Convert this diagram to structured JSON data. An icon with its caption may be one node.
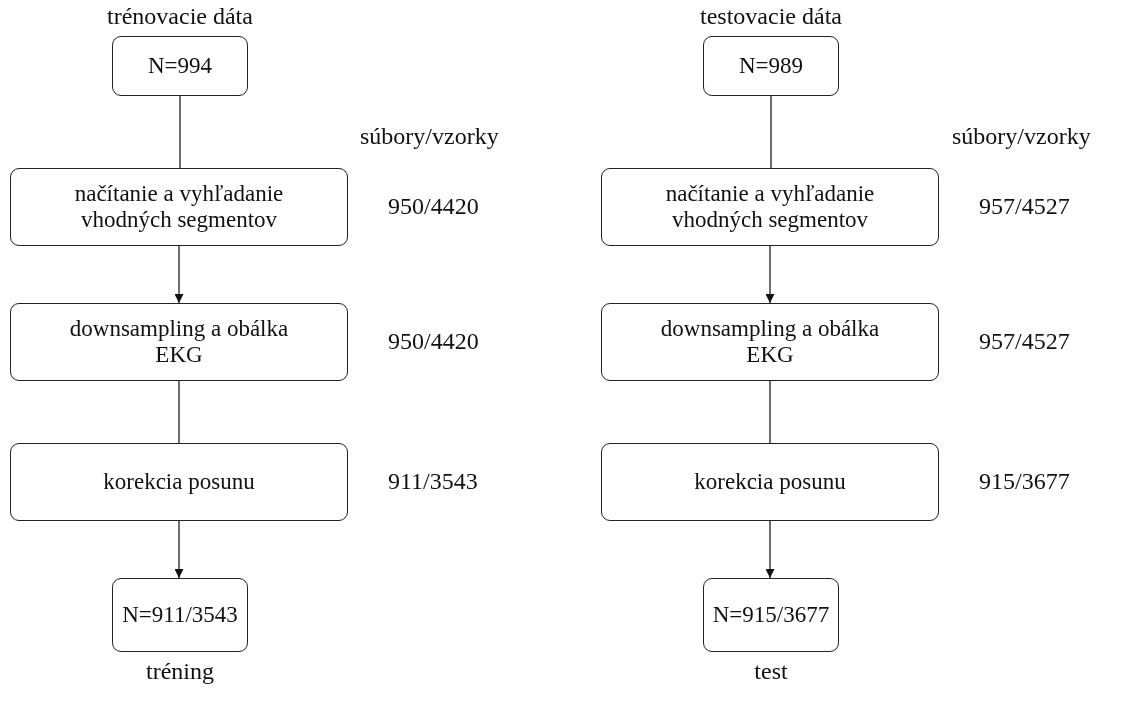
{
  "diagram": {
    "nodes": [
      {
        "text": [
          "trénovacie dáta",
          "N=994"
        ]
      },
      {
        "text": [
          "načítanie a vyhľadanie vhodných segmentov"
        ],
        "beside": [
          "950/4420"
        ]
      },
      {
        "text": [
          "downsampling a obálka EKG"
        ],
        "beside": [
          "950/4420"
        ]
      },
      {
        "text": [
          "korekcia posunu"
        ],
        "beside": [
          "911/3543"
        ]
      },
      {
        "text": [
          "N=911/3543",
          "tréning"
        ]
      },
      {
        "text": [
          "testovacie dáta",
          "N=989"
        ]
      },
      {
        "text": [
          "načítanie a vyhľadanie vhodných segmentov"
        ],
        "beside": [
          "957/4527"
        ]
      },
      {
        "text": [
          "downsampling a obálka EKG"
        ],
        "beside": [
          "957/4527"
        ]
      },
      {
        "text": [
          "korekcia posunu"
        ],
        "beside": [
          "915/3677"
        ]
      },
      {
        "text": [
          "N=915/3677",
          "test"
        ]
      }
    ],
    "edges": [
      {
        "from": 0,
        "to": 1,
        "arrow": "none"
      },
      {
        "from": 1,
        "to": 2,
        "arrow": "to"
      },
      {
        "from": 2,
        "to": 3,
        "arrow": "none"
      },
      {
        "from": 3,
        "to": 4,
        "arrow": "to"
      },
      {
        "from": 5,
        "to": 6,
        "arrow": "none"
      },
      {
        "from": 6,
        "to": 7,
        "arrow": "to"
      },
      {
        "from": 7,
        "to": 8,
        "arrow": "none"
      },
      {
        "from": 8,
        "to": 9,
        "arrow": "to"
      }
    ],
    "labels": [
      "súbory/vzorky",
      "súbory/vzorky"
    ]
  }
}
